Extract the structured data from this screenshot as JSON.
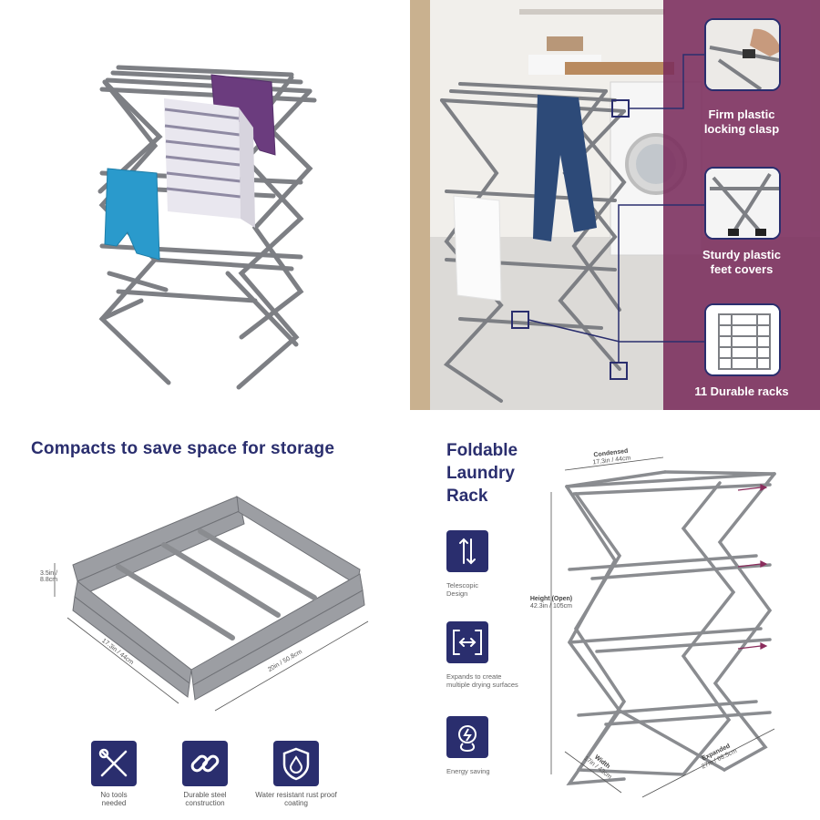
{
  "callouts": [
    {
      "label": "Firm plastic locking clasp"
    },
    {
      "label": "Sturdy plastic feet covers"
    },
    {
      "label": "11 Durable racks"
    }
  ],
  "storage": {
    "title": "Compacts to save space for storage",
    "height_dim": "3.5in / 8.8cm",
    "depth_dim": "17.3in / 44cm",
    "width_dim": "20in / 50.8cm",
    "features": [
      {
        "icon": "wrench-screwdriver-crossed-icon",
        "caption": "No tools needed"
      },
      {
        "icon": "chain-link-icon",
        "caption": "Durable steel construction"
      },
      {
        "icon": "water-drop-shield-icon",
        "caption": "Water resistant rust proof coating"
      }
    ]
  },
  "product": {
    "title": "Foldable Laundry Rack",
    "features": [
      {
        "icon": "vertical-arrows-icon",
        "caption": "Telescopic Design"
      },
      {
        "icon": "horizontal-expand-icon",
        "caption": "Expands to create multiple drying surfaces"
      },
      {
        "icon": "energy-bulb-icon",
        "caption": "Energy saving"
      }
    ],
    "condensed_label": "Condensed",
    "condensed_dim": "17.3in / 44cm",
    "height_label": "Height (Open)",
    "height_dim": "42.3in / 105cm",
    "width_label": "Width",
    "width_dim": "17in / 43cm",
    "expanded_label": "Expanded",
    "expanded_dim": "27in / 68.5cm"
  },
  "colors": {
    "navy": "#2a2e6e",
    "plum": "#7a2c5c",
    "rack_metal": "#8a8c90"
  }
}
